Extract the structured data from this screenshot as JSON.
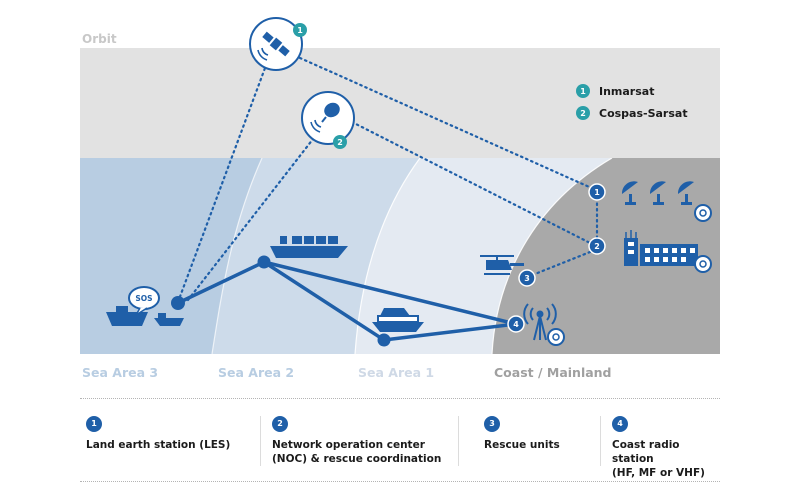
{
  "zones": {
    "orbit": "Orbit",
    "sea3": "Sea Area 3",
    "sea2": "Sea Area 2",
    "sea1": "Sea Area 1",
    "coast": "Coast / Mainland"
  },
  "satellites": {
    "inmarsat_badge": "1",
    "cospas_badge": "2"
  },
  "key": {
    "items": [
      {
        "num": "1",
        "label": "Inmarsat"
      },
      {
        "num": "2",
        "label": "Cospas-Sarsat"
      }
    ]
  },
  "distress": {
    "bubble": "SOS"
  },
  "nodes": {
    "les": "1",
    "noc": "2",
    "rescue": "3",
    "coast_radio": "4"
  },
  "legend": [
    {
      "num": "1",
      "text": "Land earth station (LES)"
    },
    {
      "num": "2",
      "text": "Network operation center\n(NOC) & rescue coordination"
    },
    {
      "num": "3",
      "text": "Rescue units"
    },
    {
      "num": "4",
      "text": "Coast radio station\n(HF, MF or VHF)"
    }
  ],
  "colors": {
    "primary": "#1f5fa8",
    "teal": "#2a9fa8",
    "sea3": "#b8cde2",
    "sea2": "#cddbea",
    "sea1": "#e4eaf2",
    "coast": "#a9a9a9",
    "orbit": "#e2e2e2"
  }
}
